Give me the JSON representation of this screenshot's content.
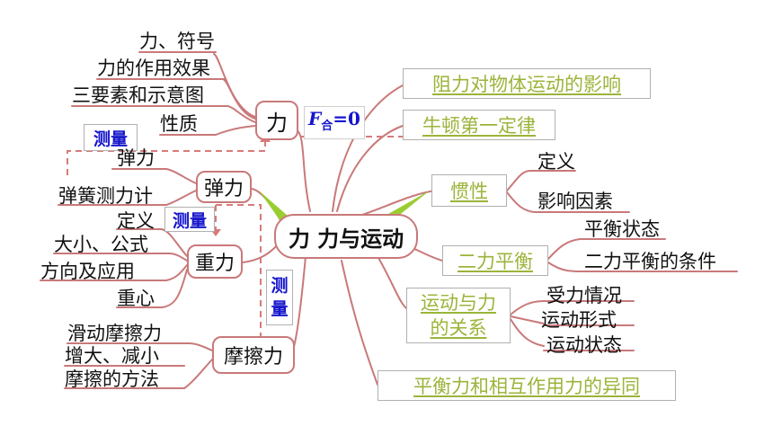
{
  "center": "力  力与运动",
  "left": {
    "force": {
      "label": "力",
      "items": [
        "力、符号",
        "力的作用效果",
        "三要素和示意图",
        "性质"
      ],
      "measure": "测量"
    },
    "elastic": {
      "label": "弹力",
      "items": [
        "弹力",
        "弹簧测力计"
      ]
    },
    "gravity": {
      "label": "重力",
      "items": [
        "定义",
        "大小、公式",
        "方向及应用",
        "重心"
      ],
      "measure": "测量"
    },
    "friction": {
      "label": "摩擦力",
      "items": [
        "滑动摩擦力",
        "增大、减小",
        "摩擦的方法"
      ],
      "measure_chars": [
        "测",
        "量"
      ]
    }
  },
  "formula": {
    "symbol": "F",
    "subscript": "合",
    "rest": "=0"
  },
  "right": {
    "resistance": "阻力对物体运动的影响",
    "newton": "牛顿第一定律",
    "inertia": {
      "label": "惯性",
      "items": [
        "定义",
        "影响因素"
      ]
    },
    "balance": {
      "label": "二力平衡",
      "items": [
        "平衡状态",
        "二力平衡的条件"
      ]
    },
    "motion_force": {
      "label_lines": [
        "运动与力",
        "的关系"
      ],
      "items": [
        "受力情况",
        "运动形式",
        "运动状态"
      ]
    },
    "difference": "平衡力和相互作用力的异同"
  },
  "colors": {
    "branch": "#c9797a",
    "green_text": "#9bb43a",
    "blue_text": "#1515cc",
    "accent_green": "#9acd32"
  }
}
